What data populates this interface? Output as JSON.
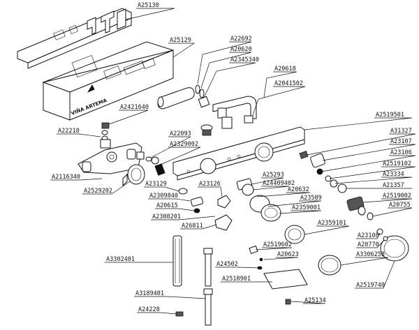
{
  "brand_text": "VIÑA ARTEMA",
  "labels": [
    "A25130",
    "A25129",
    "A22692",
    "A20620",
    "A2345340",
    "A20618",
    "A2041502",
    "A2421640",
    "A22218",
    "A2519501",
    "A22093",
    "A2329002",
    "A31327",
    "A23107",
    "A23106",
    "A2519102",
    "A2116340",
    "A25293",
    "A24409402",
    "A23334",
    "A2529202",
    "A23129",
    "A23126",
    "A20632",
    "A21357",
    "A2309840",
    "A23589",
    "A2519002",
    "A20615",
    "A2359001",
    "A20755",
    "A2308201",
    "A26811",
    "A2359101",
    "A23108",
    "A20770",
    "A2519602",
    "A3302401",
    "A20623",
    "A3306258",
    "A24502",
    "A2518901",
    "A2519740",
    "A3189401",
    "A25134",
    "A24228"
  ]
}
